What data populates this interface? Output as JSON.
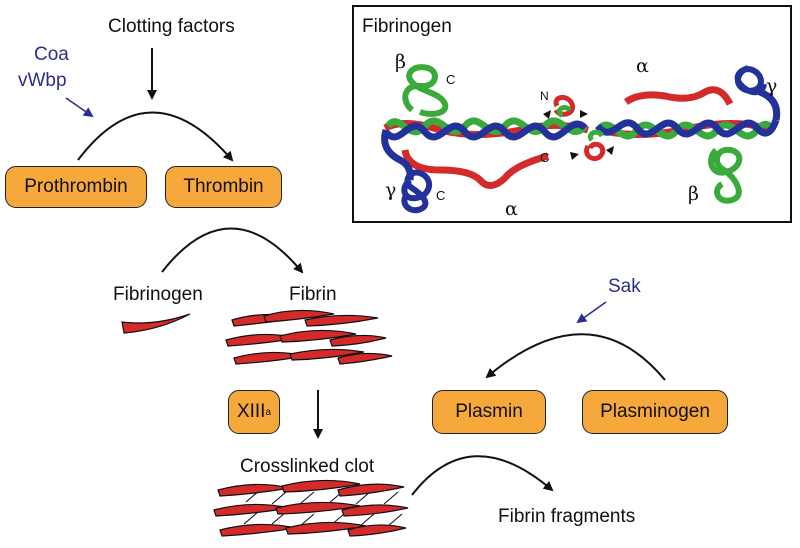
{
  "title": "Fibrinogen",
  "labels": {
    "clotting_factors": "Clotting factors",
    "coa": "Coa",
    "vwbp": "vWbp",
    "fibrinogen": "Fibrinogen",
    "fibrin": "Fibrin",
    "sak": "Sak",
    "crosslinked_clot": "Crosslinked clot",
    "fibrin_fragments": "Fibrin fragments"
  },
  "boxes": {
    "prothrombin": "Prothrombin",
    "thrombin": "Thrombin",
    "xiii": "XIII",
    "xiii_sub": "a",
    "plasmin": "Plasmin",
    "plasminogen": "Plasminogen"
  },
  "inset": {
    "beta_left": "β",
    "beta_right": "β",
    "gamma_left": "γ",
    "gamma_right": "γ",
    "alpha_top": "α",
    "alpha_bottom": "α",
    "c_beta_left": "C",
    "c_gamma_left": "C",
    "c_alpha_bottom": "C",
    "n_label": "N"
  },
  "colors": {
    "box_fill": "#f7a83a",
    "fibrin_red": "#d42a2a",
    "chain_green": "#3aaa3a",
    "chain_blue": "#22329a",
    "regulator_blue": "#2d2d8f"
  }
}
